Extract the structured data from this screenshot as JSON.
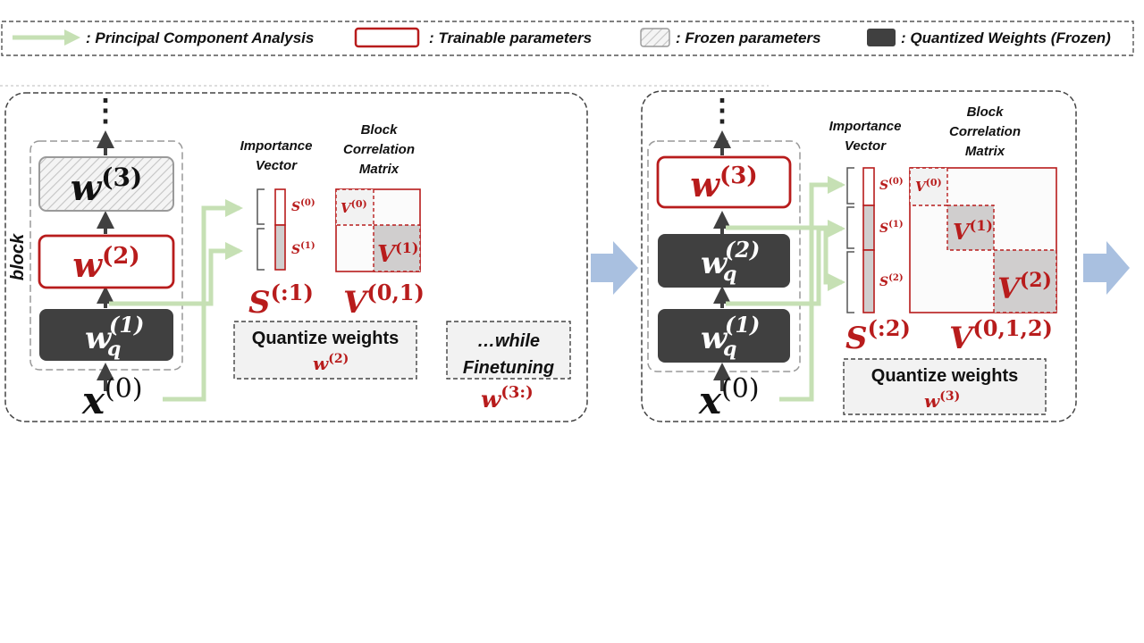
{
  "legend": {
    "pca": ": Principal Component Analysis",
    "trainable": ": Trainable parameters",
    "frozen": ": Frozen parameters",
    "quantized": ": Quantized Weights (Frozen)"
  },
  "colors": {
    "red": "#b81c1c",
    "dark": "#404040",
    "green": "#c6e0b4",
    "blue_arrow": "#a9c0e0",
    "light_fill": "#f2f2f2",
    "gray_fill": "#d0cece"
  },
  "panel1": {
    "dots": "⋮",
    "w3": {
      "base": "w",
      "sup": "(3)"
    },
    "w2": {
      "base": "w",
      "sup": "(2)"
    },
    "wq1": {
      "base": "w",
      "sup": "(1)",
      "sub": "q"
    },
    "block_label": "block",
    "x0": {
      "base": "x",
      "sup": "(0)"
    },
    "importance_l1": "Importance",
    "importance_l2": "Vector",
    "corr_l1": "Block",
    "corr_l2": "Correlation",
    "corr_l3": "Matrix",
    "s0": {
      "base": "S",
      "sup": "(0)"
    },
    "s1": {
      "base": "S",
      "sup": "(1)"
    },
    "v0": {
      "base": "V",
      "sup": "(0)"
    },
    "v1": {
      "base": "V",
      "sup": "(1)"
    },
    "S_label": {
      "base": "S",
      "sup": "(:1)"
    },
    "V_label": {
      "base": "V",
      "sup": "(0,1)"
    },
    "quantize_text": "Quantize weights",
    "quantize_w": {
      "base": "w",
      "sup": "(2)"
    },
    "finetune_l1": "…while",
    "finetune_l2": "Finetuning",
    "finetune_w": {
      "base": "w",
      "sup": "(3:)"
    }
  },
  "panel2": {
    "dots": "⋮",
    "w3": {
      "base": "w",
      "sup": "(3)"
    },
    "wq2": {
      "base": "w",
      "sup": "(2)",
      "sub": "q"
    },
    "wq1": {
      "base": "w",
      "sup": "(1)",
      "sub": "q"
    },
    "x0": {
      "base": "x",
      "sup": "(0)"
    },
    "importance_l1": "Importance",
    "importance_l2": "Vector",
    "corr_l1": "Block",
    "corr_l2": "Correlation",
    "corr_l3": "Matrix",
    "s0": {
      "base": "S",
      "sup": "(0)"
    },
    "s1": {
      "base": "S",
      "sup": "(1)"
    },
    "s2": {
      "base": "S",
      "sup": "(2)"
    },
    "v0": {
      "base": "V",
      "sup": "(0)"
    },
    "v1": {
      "base": "V",
      "sup": "(1)"
    },
    "v2": {
      "base": "V",
      "sup": "(2)"
    },
    "S_label": {
      "base": "S",
      "sup": "(:2)"
    },
    "V_label": {
      "base": "V",
      "sup": "(0,1,2)"
    },
    "quantize_text": "Quantize weights",
    "quantize_w": {
      "base": "w",
      "sup": "(3)"
    }
  }
}
